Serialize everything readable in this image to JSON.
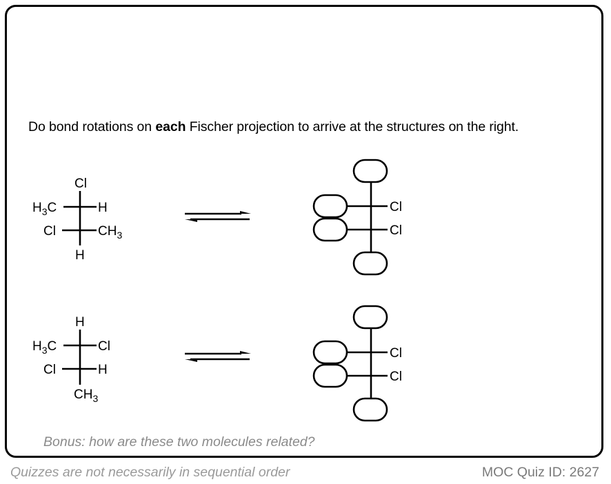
{
  "question": {
    "prefix": "Do bond rotations on ",
    "emphasis": "each",
    "suffix": " Fischer projection to arrive at the structures on the right."
  },
  "problems": [
    {
      "fischer": {
        "top": "Cl",
        "c1_left": {
          "main": "H",
          "sub": "3",
          "tail": "C"
        },
        "c1_right": "H",
        "c2_left": "Cl",
        "c2_right": {
          "main": "CH",
          "sub": "3"
        },
        "bottom": "H"
      },
      "target": {
        "c1_right": "Cl",
        "c2_right": "Cl",
        "blank_count": 4
      },
      "arrow": "equilibrium"
    },
    {
      "fischer": {
        "top": "H",
        "c1_left": {
          "main": "H",
          "sub": "3",
          "tail": "C"
        },
        "c1_right": "Cl",
        "c2_left": "Cl",
        "c2_right": "H",
        "bottom": {
          "main": "CH",
          "sub": "3"
        }
      },
      "target": {
        "c1_right": "Cl",
        "c2_right": "Cl",
        "blank_count": 4
      },
      "arrow": "equilibrium"
    }
  ],
  "bonus": "Bonus: how are these two molecules related?",
  "footer": {
    "note": "Quizzes are not necessarily in sequential order",
    "quiz_id": "MOC Quiz ID: 2627"
  }
}
